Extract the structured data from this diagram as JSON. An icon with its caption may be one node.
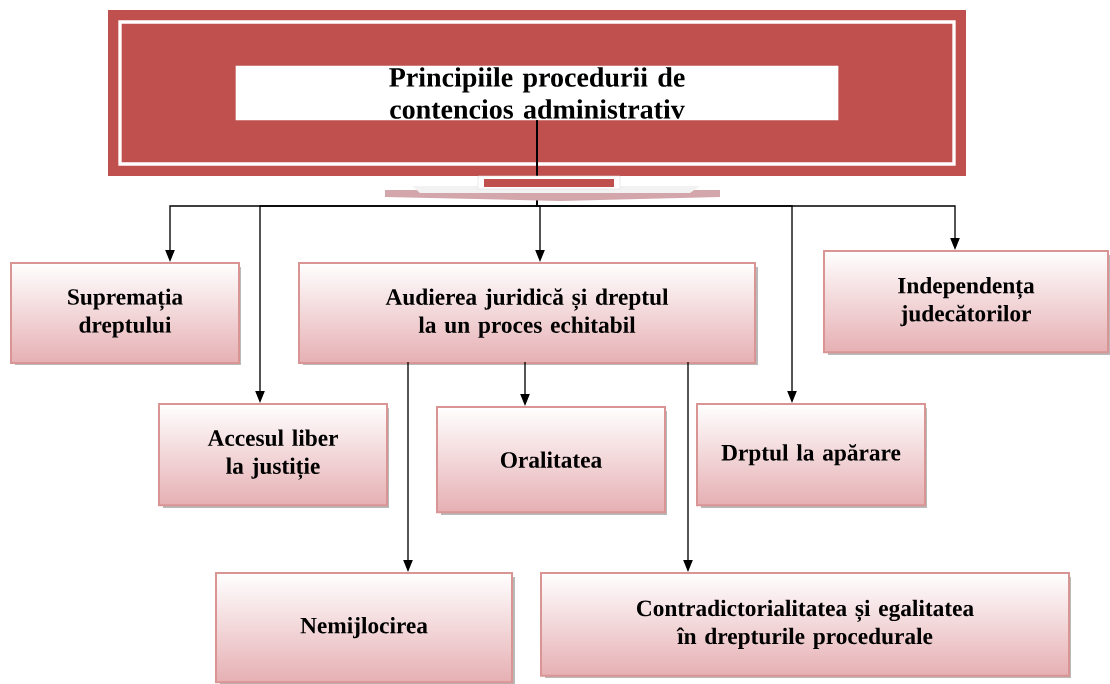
{
  "diagram": {
    "nodes": [
      {
        "text": [
          "Principiile procedurii de contencios administrativ"
        ]
      },
      {
        "text": [
          "Supremația dreptului"
        ]
      },
      {
        "text": [
          "Audierea juridică și dreptul la un proces echitabil"
        ]
      },
      {
        "text": [
          "Independența judecătorilor"
        ]
      },
      {
        "text": [
          "Accesul liber la justiție"
        ]
      },
      {
        "text": [
          "Oralitatea"
        ]
      },
      {
        "text": [
          "Drptul la apărare"
        ]
      },
      {
        "text": [
          "Nemijlocirea"
        ]
      },
      {
        "text": [
          "Contradictorialitatea și egalitatea în drepturile procedurale"
        ]
      }
    ],
    "edges": [
      {
        "from": 0,
        "to": 1,
        "arrow": "to"
      },
      {
        "from": 0,
        "to": 4,
        "arrow": "to"
      },
      {
        "from": 0,
        "to": 2,
        "arrow": "to"
      },
      {
        "from": 0,
        "to": 6,
        "arrow": "to"
      },
      {
        "from": 0,
        "to": 3,
        "arrow": "to"
      },
      {
        "from": 2,
        "to": 5,
        "arrow": "to"
      },
      {
        "from": 2,
        "to": 7,
        "arrow": "to"
      },
      {
        "from": 2,
        "to": 8,
        "arrow": "to"
      }
    ]
  }
}
